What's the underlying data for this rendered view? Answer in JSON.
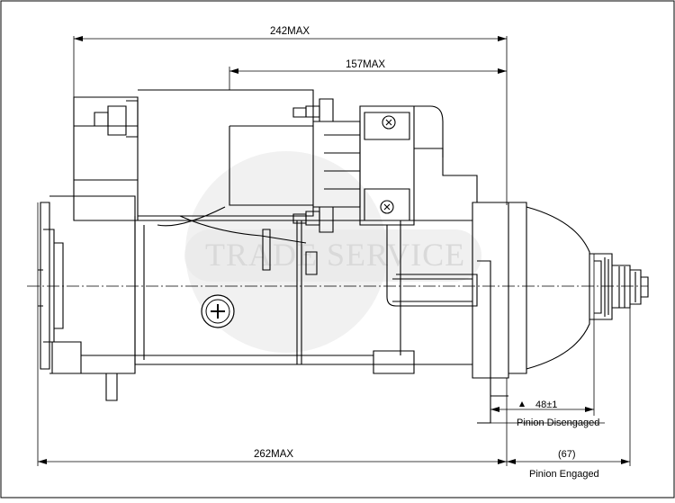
{
  "dimensions": {
    "overall_top": "242MAX",
    "solenoid": "157MAX",
    "overall_bottom": "262MAX",
    "pinion_travel": "48±1",
    "pinion_engaged_value": "(67)"
  },
  "labels": {
    "pinion_disengaged": "Pinion Disengaged",
    "pinion_engaged": "Pinion Engaged"
  },
  "watermark": {
    "text": "TRADE SERVICE"
  },
  "colors": {
    "line": "#000000",
    "watermark": "#d9d9d9"
  }
}
